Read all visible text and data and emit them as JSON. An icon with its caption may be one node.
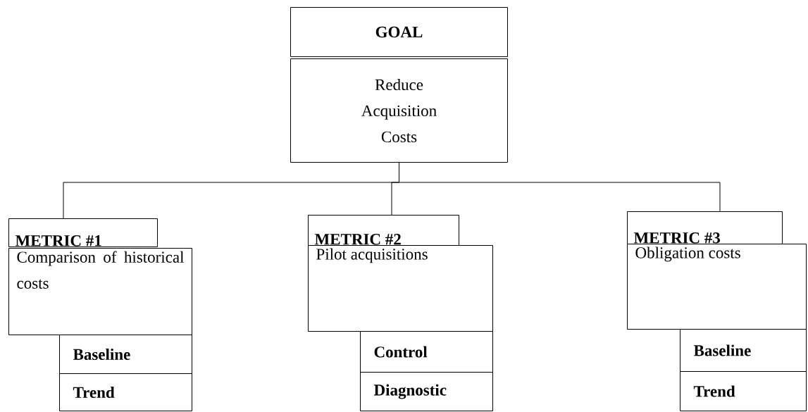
{
  "diagram": {
    "nodes": [
      {
        "text": [
          "GOAL"
        ]
      },
      {
        "text": [
          "Reduce Acquisition Costs"
        ]
      },
      {
        "text": [
          "METRIC #1"
        ]
      },
      {
        "text": [
          "Comparison of historical costs"
        ]
      },
      {
        "text": [
          "Baseline"
        ]
      },
      {
        "text": [
          "Trend"
        ]
      },
      {
        "text": [
          "METRIC #2"
        ]
      },
      {
        "text": [
          "Pilot acquisitions"
        ]
      },
      {
        "text": [
          "Control"
        ]
      },
      {
        "text": [
          "Diagnostic"
        ]
      },
      {
        "text": [
          "METRIC #3"
        ]
      },
      {
        "text": [
          "Obligation costs"
        ]
      },
      {
        "text": [
          "Baseline"
        ]
      },
      {
        "text": [
          "Trend"
        ]
      }
    ],
    "edges": [
      {
        "from": 1,
        "to": 2,
        "arrow": "none"
      },
      {
        "from": 1,
        "to": 6,
        "arrow": "none"
      },
      {
        "from": 1,
        "to": 10,
        "arrow": "none"
      }
    ]
  }
}
